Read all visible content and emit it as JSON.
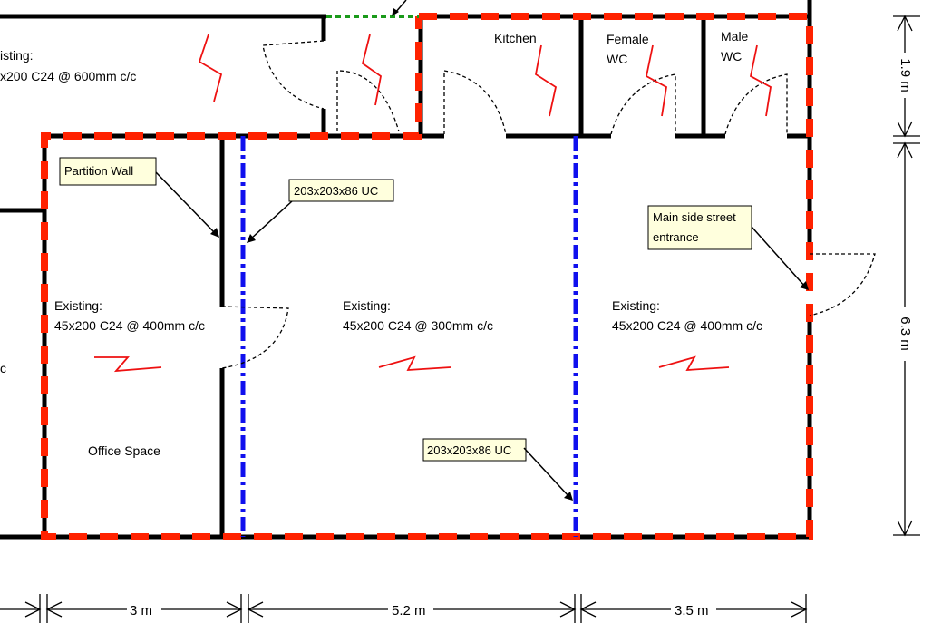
{
  "rooms": {
    "top_left": {
      "line1": "isting:",
      "line2": "x200 C24 @ 600mm c/c"
    },
    "kitchen": "Kitchen",
    "female_wc": {
      "line1": "Female",
      "line2": "WC"
    },
    "male_wc": {
      "line1": "Male",
      "line2": "WC"
    },
    "left_bay": {
      "line1": "Existing:",
      "line2": "45x200 C24 @ 400mm c/c"
    },
    "middle_bay": {
      "line1": "Existing:",
      "line2": "45x200 C24 @ 300mm c/c"
    },
    "right_bay": {
      "line1": "Existing:",
      "line2": "45x200 C24 @ 400mm c/c"
    },
    "office": "Office Space",
    "edge_fragment": "c"
  },
  "callouts": {
    "partition_wall": "Partition Wall",
    "column_top": "203x203x86 UC",
    "column_bottom": "203x203x86 UC",
    "entrance_line1": "Main side street",
    "entrance_line2": "entrance"
  },
  "dimensions": {
    "bottom": [
      "3 m",
      "5.2 m",
      "3.5 m"
    ],
    "right": [
      "1.9 m",
      "6.3 m"
    ]
  },
  "colors": {
    "wall": "#000000",
    "boundary_dash": "#ff2200",
    "column_line": "#1010ee",
    "opening_dash": "#1a9a1a",
    "joist_symbol": "#ee1111",
    "callout_fill": "#ffffdd"
  }
}
